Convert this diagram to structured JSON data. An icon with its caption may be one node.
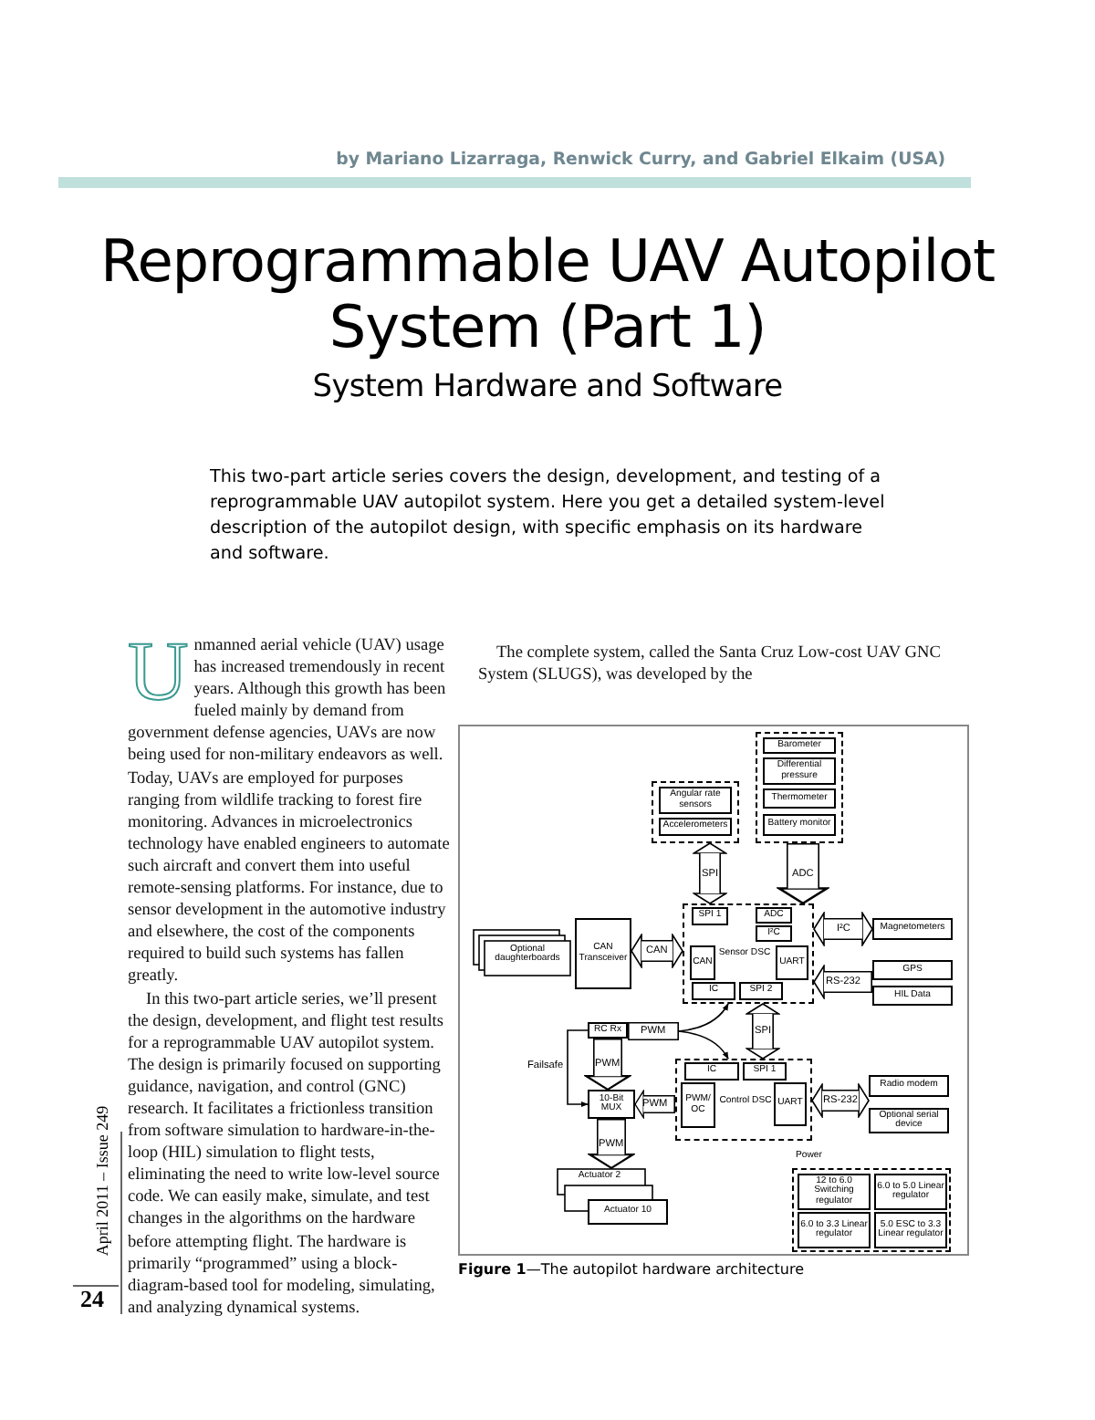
{
  "diagram": {
    "title": "Reprogrammable UAV Autopilot System (Part 1)",
    "caption": "**Figure 1**—The autopilot hardware architecture",
    "nodes": [
      {
        "text": [],
        "shape": "box"
      },
      {
        "text": [
          "Angular rate sensors"
        ],
        "in": 0
      },
      {
        "text": [
          "Accelerometers"
        ],
        "in": 0
      },
      {
        "text": [],
        "shape": "box"
      },
      {
        "text": [
          "Barometer"
        ],
        "in": 3
      },
      {
        "text": [
          "Differential pressure"
        ],
        "in": 3
      },
      {
        "text": [
          "Thermometer"
        ],
        "in": 3
      },
      {
        "text": [
          "Battery monitor"
        ],
        "in": 3
      },
      {
        "text": [
          "Optional daughterboards"
        ]
      },
      {
        "text": [
          "CAN Transceiver"
        ]
      },
      {
        "text": [
          "Sensor DSC"
        ]
      },
      {
        "text": [
          "SPI 1"
        ],
        "in": 10
      },
      {
        "text": [
          "ADC"
        ],
        "in": 10
      },
      {
        "text": [
          "I²C"
        ],
        "in": 10
      },
      {
        "text": [
          "CAN"
        ],
        "in": 10
      },
      {
        "text": [
          "UART"
        ],
        "in": 10
      },
      {
        "text": [
          "IC"
        ],
        "in": 10
      },
      {
        "text": [
          "SPI 2"
        ],
        "in": 10
      },
      {
        "text": [
          "Magnetometers"
        ]
      },
      {
        "text": [
          "GPS"
        ]
      },
      {
        "text": [
          "HIL Data"
        ]
      },
      {
        "text": [
          "RC Rx"
        ]
      },
      {
        "text": [
          "10-Bit MUX"
        ]
      },
      {
        "text": [
          "Control DSC"
        ]
      },
      {
        "text": [
          "IC"
        ],
        "in": 23
      },
      {
        "text": [
          "SPI 1"
        ],
        "in": 23
      },
      {
        "text": [
          "PWM/ OC"
        ],
        "in": 23
      },
      {
        "text": [
          "UART"
        ],
        "in": 23
      },
      {
        "text": [
          "Radio modem"
        ]
      },
      {
        "text": [
          "Optional serial device"
        ]
      },
      {
        "text": [
          "Actuator 2"
        ]
      },
      {
        "text": [
          "Actuator 10"
        ]
      },
      {
        "text": [
          "Power"
        ]
      },
      {
        "text": [
          "12 to 6.0 Switching regulator"
        ],
        "in": 32
      },
      {
        "text": [
          "6.0 to 5.0 Linear regulator"
        ],
        "in": 32
      },
      {
        "text": [
          "6.0 to 3.3 Linear regulator"
        ],
        "in": 32
      },
      {
        "text": [
          "5.0 ESC to 3.3 Linear regulator"
        ],
        "in": 32
      }
    ],
    "edges": [
      {
        "from": 0,
        "to": 10,
        "arrow": "both",
        "label": "SPI"
      },
      {
        "from": 3,
        "to": 10,
        "arrow": "to",
        "label": "ADC"
      },
      {
        "from": 9,
        "to": 10,
        "arrow": "both",
        "label": "CAN"
      },
      {
        "from": 18,
        "to": 10,
        "arrow": "both",
        "label": "I²C"
      },
      {
        "from": 19,
        "to": 10,
        "arrow": "to",
        "label": "RS-232"
      },
      {
        "from": 20,
        "to": 10,
        "arrow": "to"
      },
      {
        "from": 10,
        "to": 23,
        "arrow": "both",
        "label": "SPI"
      },
      {
        "from": 21,
        "to": 10,
        "arrow": "to",
        "label": "PWM"
      },
      {
        "from": 21,
        "to": 23,
        "arrow": "to"
      },
      {
        "from": 21,
        "to": 22,
        "arrow": "to",
        "label": "Failsafe"
      },
      {
        "from": 21,
        "to": 22,
        "arrow": "to",
        "label": "PWM"
      },
      {
        "from": 23,
        "to": 22,
        "arrow": "to",
        "label": "PWM"
      },
      {
        "from": 22,
        "to": 30,
        "arrow": "to",
        "label": "PWM"
      },
      {
        "from": 23,
        "to": 28,
        "arrow": "both",
        "label": "RS-232"
      },
      {
        "from": 23,
        "to": 29,
        "arrow": "both"
      }
    ],
    "labels": [
      "by Mariano Lizarraga, Renwick Curry, and Gabriel Elkaim (USA)",
      "System Hardware and Software",
      "This two-part article series covers the design, development, and testing of a reprogrammable UAV autopilot system. Here you get a detailed system-level description of the autopilot design, with specific emphasis on its hardware and software.",
      "Unmanned aerial vehicle (UAV) usage has increased tremendously in recent years. Although this growth has been fueled mainly by demand from government defense agencies, UAVs are now being used for non-military endeavors as well. Today, UAVs are employed for purposes ranging from wildlife tracking to forest fire monitoring. Advances in microelectronics technology have enabled engineers to automate such aircraft and convert them into useful remote-sensing platforms. For instance, due to sensor development in the automotive industry and elsewhere, the cost of the components required to build such systems has fallen greatly.",
      "In this two-part article series, we’ll present the design, development, and flight test results for a reprogrammable UAV autopilot system. The design is primarily focused on supporting guidance, navigation, and control (GNC) research. It facilitates a frictionless transition from software simulation to hardware-in-the-loop (HIL) simulation to flight tests, eliminating the need to write low-level source code. We can easily make, simulate, and test changes in the algorithms on the hardware before attempting flight. The hardware is primarily “programmed” using a block-diagram-based tool for modeling, simulating, and analyzing dynamical systems.",
      "The complete system, called the Santa Cruz Low-cost UAV GNC System (SLUGS), was developed by the",
      "April 2011 – Issue 249",
      "24"
    ]
  }
}
